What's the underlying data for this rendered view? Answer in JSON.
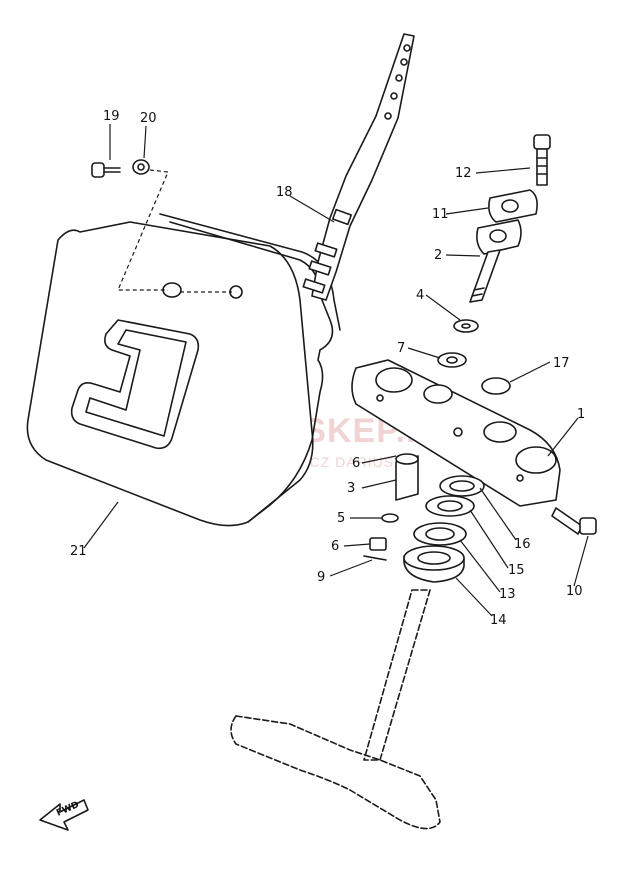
{
  "diagram": {
    "callouts": [
      {
        "id": "19",
        "label": "19"
      },
      {
        "id": "20",
        "label": "20"
      },
      {
        "id": "18",
        "label": "18"
      },
      {
        "id": "12",
        "label": "12"
      },
      {
        "id": "11",
        "label": "11"
      },
      {
        "id": "2",
        "label": "2"
      },
      {
        "id": "4",
        "label": "4"
      },
      {
        "id": "7",
        "label": "7"
      },
      {
        "id": "17",
        "label": "17"
      },
      {
        "id": "1",
        "label": "1"
      },
      {
        "id": "6a",
        "label": "6"
      },
      {
        "id": "3",
        "label": "3"
      },
      {
        "id": "5",
        "label": "5"
      },
      {
        "id": "6b",
        "label": "6"
      },
      {
        "id": "9",
        "label": "9"
      },
      {
        "id": "16",
        "label": "16"
      },
      {
        "id": "15",
        "label": "15"
      },
      {
        "id": "13",
        "label": "13"
      },
      {
        "id": "14",
        "label": "14"
      },
      {
        "id": "10",
        "label": "10"
      },
      {
        "id": "21",
        "label": "21"
      }
    ],
    "watermark": {
      "line1": "YAMA-SKEP.PL",
      "line2": "WOJCIECHOWICZ DARIUSZ"
    },
    "fwd_label": "FWD"
  }
}
